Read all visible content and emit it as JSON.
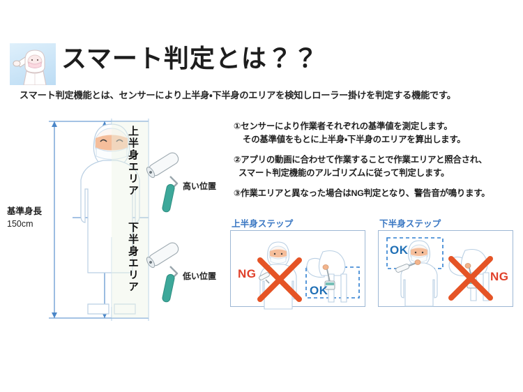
{
  "header": {
    "icon_name": "cleanroom-worker-avatar",
    "title": "スマート判定とは？？",
    "subtitle": "スマート判定機能とは、センサーにより上半身・下半身のエリアを検知しローラー掛けを判定する機能です。"
  },
  "diagram": {
    "baseline_label": "基準身長",
    "baseline_value": "150cm",
    "upper_area_label": "上半身エリア",
    "lower_area_label": "下半身エリア",
    "high_position_label": "高い位置",
    "low_position_label": "低い位置"
  },
  "steps": [
    {
      "line1": "①センサーにより作業者それぞれの基準値を測定します。",
      "line2": "その基準値をもとに上半身・下半身のエリアを算出します。"
    },
    {
      "line1": "②アプリの動画に合わせて作業することで作業エリアと照合され、",
      "line2": "スマート判定機能のアルゴリズムに従って判定します。"
    },
    {
      "line1": "③作業エリアと異なった場合はNG判定となり、警告音が鳴ります。",
      "line2": ""
    }
  ],
  "panels": [
    {
      "title": "上半身ステップ",
      "standing_verdict": "NG",
      "bending_verdict": "OK"
    },
    {
      "title": "下半身ステップ",
      "standing_verdict": "OK",
      "bending_verdict": "NG"
    }
  ],
  "colors": {
    "accent_blue": "#3b78c3",
    "ng_red": "#e0412b",
    "ok_blue": "#1f6fb5",
    "dimension_blue": "#4a86c8",
    "roller_teal": "#3da89a",
    "suit_outline": "#b9cfe3",
    "face_peach": "#f3b48c"
  }
}
